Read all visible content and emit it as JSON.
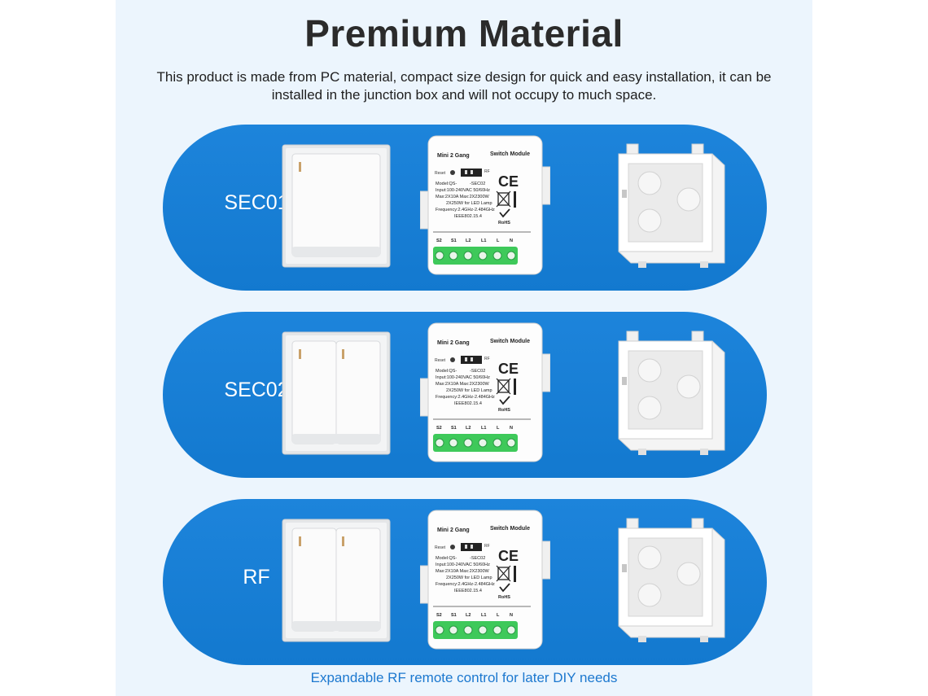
{
  "heading": "Premium Material",
  "description": "This product is made from PC material, compact size design for quick and easy installation, it can be installed in the junction box and will not occupy to much space.",
  "footer": "Expandable RF remote control for later DIY needs",
  "colors": {
    "band": "#1379cf",
    "background": "#ecf5fd",
    "footer_text": "#1c78cf",
    "terminal_green": "#3ec95a"
  },
  "module": {
    "name": "Mini 2 Gang",
    "type": "Switch Module",
    "reset": "Reset",
    "rf": "RF",
    "model": "Model:QS-",
    "model_suffix": "-SEC02",
    "input": "Input:100-240VAC 50/60Hz",
    "max": "Max:2X10A  Max:2X2300W",
    "led": "2X250W for LED Lamp",
    "freq": "Frequency:2.4GHz-2.484GHz",
    "ieee": "IEEE802.15.4",
    "ce": "CE",
    "rohs": "RoHS",
    "terminals": [
      "S2",
      "S1",
      "L2",
      "L1",
      "L",
      "N"
    ]
  },
  "variants": [
    {
      "label": "SEC01",
      "gangs": 1
    },
    {
      "label": "SEC02",
      "gangs": 2
    },
    {
      "label": "RF",
      "gangs": 2
    }
  ]
}
